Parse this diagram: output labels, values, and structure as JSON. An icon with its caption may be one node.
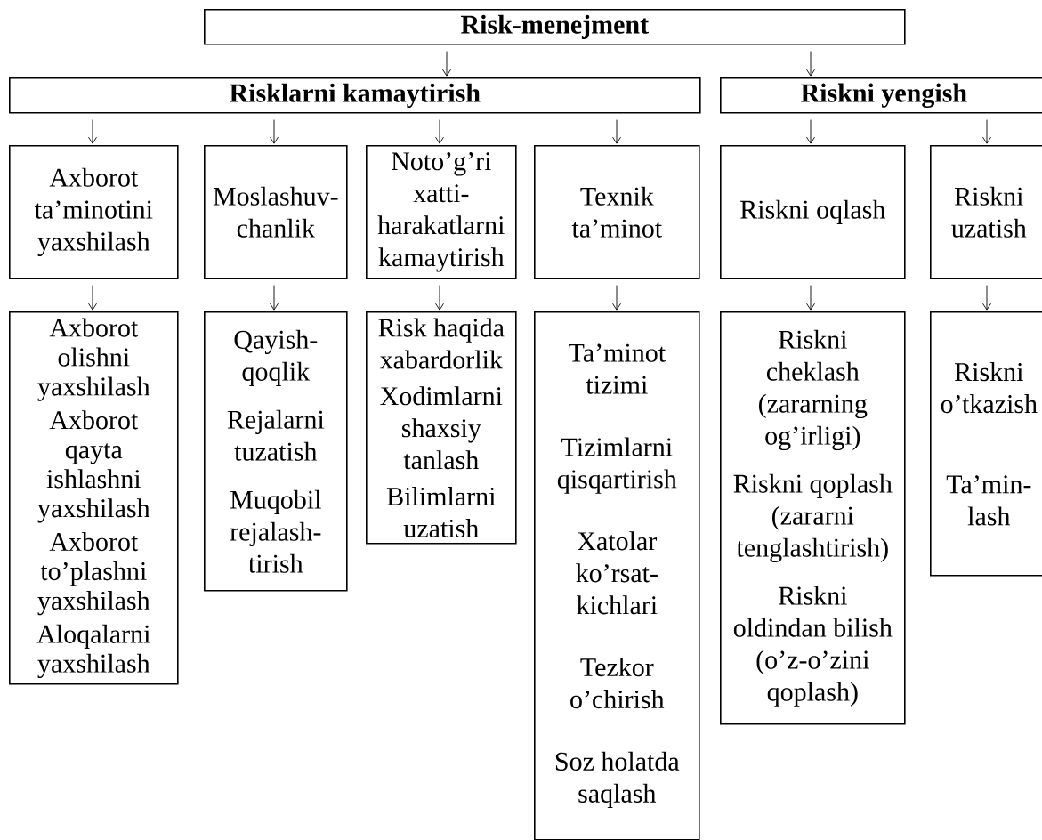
{
  "diagram": {
    "nodes": [
      {
        "text": [
          "Risk-menejment"
        ]
      },
      {
        "text": [
          "Risklarni kamaytirish"
        ]
      },
      {
        "text": [
          "Riskni yengish"
        ]
      },
      {
        "text": [
          "Axborot ta’minotini yaxshilash"
        ]
      },
      {
        "text": [
          "Moslashuv- chanlik"
        ]
      },
      {
        "text": [
          "Noto’g’ri xatti- harakatlarni kamaytirish"
        ]
      },
      {
        "text": [
          "Texnik ta’minot"
        ]
      },
      {
        "text": [
          "Riskni oqlash"
        ]
      },
      {
        "text": [
          "Riskni uzatish"
        ]
      },
      {
        "text": [
          "Axborot olishni yaxshilash",
          "Axborot qayta ishlashni yaxshilash",
          "Axborot to’plashni yaxshilash",
          "Aloqalarni yaxshilash"
        ]
      },
      {
        "text": [
          "Qayish- qoqlik",
          "Rejalarni tuzatish",
          "Muqobil rejalash- tirish"
        ]
      },
      {
        "text": [
          "Risk haqida xabardorlik",
          "Xodimlarni shaxsiy tanlash",
          "Bilimlarni uzatish"
        ]
      },
      {
        "text": [
          "Ta’minot tizimi",
          "Tizimlarni qisqartirish",
          "Xatolar ko’rsat- kichlari",
          "Tezkor o’chirish",
          "Soz holatda saqlash"
        ]
      },
      {
        "text": [
          "Riskni cheklash (zararning og’irligi)",
          "Riskni qoplash (zararni tenglashtirish)",
          "Riskni oldindan bilish (o’z-o’zini qoplash)"
        ]
      },
      {
        "text": [
          "Riskni o’tkazish",
          "Ta’min- lash"
        ]
      }
    ],
    "edges": [
      {
        "from": 0,
        "to": 1,
        "arrow": "to"
      },
      {
        "from": 0,
        "to": 2,
        "arrow": "to"
      },
      {
        "from": 1,
        "to": 3,
        "arrow": "to"
      },
      {
        "from": 1,
        "to": 4,
        "arrow": "to"
      },
      {
        "from": 1,
        "to": 5,
        "arrow": "to"
      },
      {
        "from": 1,
        "to": 6,
        "arrow": "to"
      },
      {
        "from": 2,
        "to": 7,
        "arrow": "to"
      },
      {
        "from": 2,
        "to": 8,
        "arrow": "to"
      },
      {
        "from": 3,
        "to": 9,
        "arrow": "to"
      },
      {
        "from": 4,
        "to": 10,
        "arrow": "to"
      },
      {
        "from": 5,
        "to": 11,
        "arrow": "to"
      },
      {
        "from": 6,
        "to": 12,
        "arrow": "to"
      },
      {
        "from": 7,
        "to": 13,
        "arrow": "to"
      },
      {
        "from": 8,
        "to": 14,
        "arrow": "to"
      }
    ]
  }
}
